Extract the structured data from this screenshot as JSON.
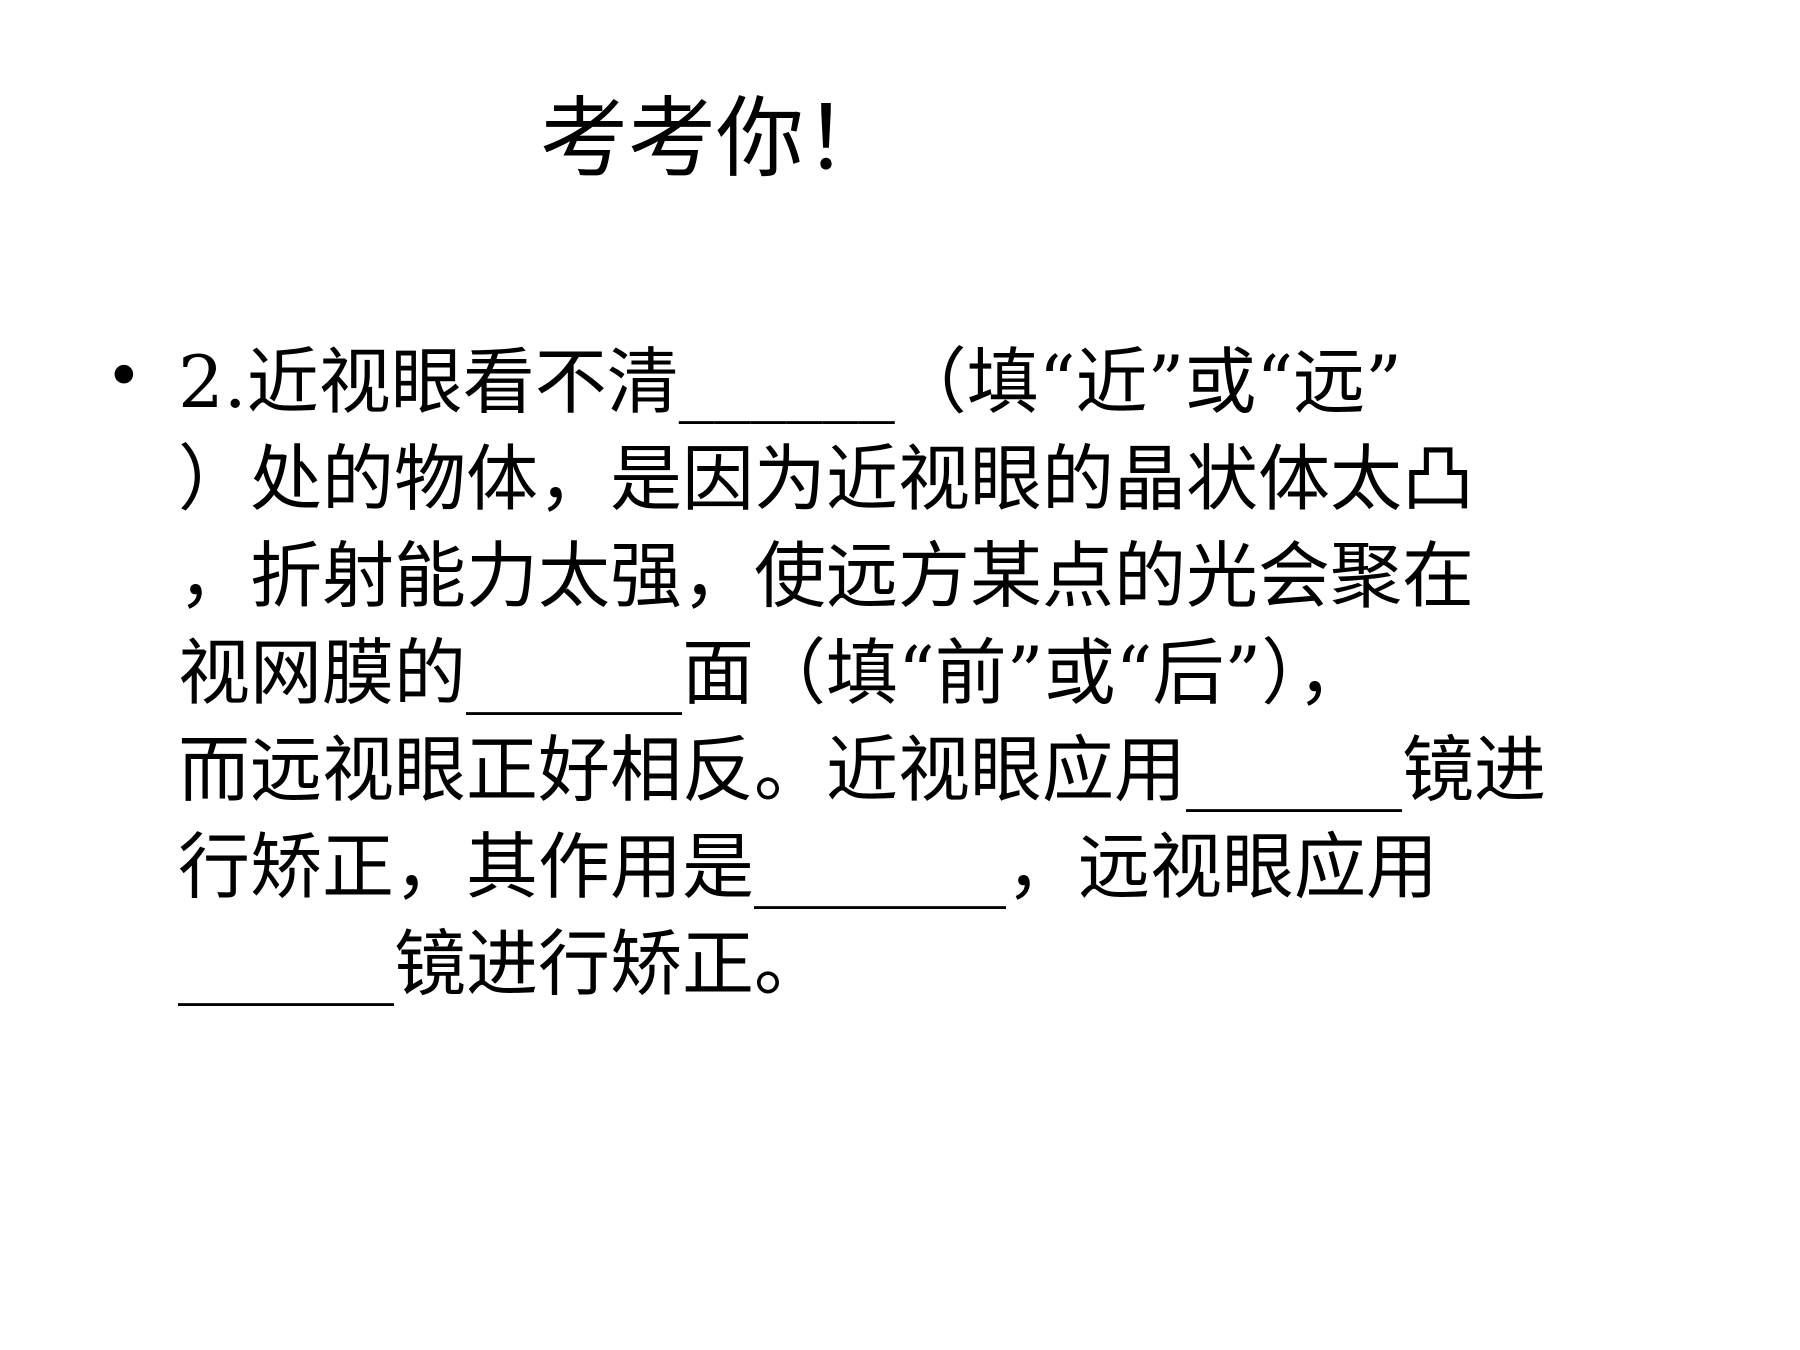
{
  "title": "考考你！",
  "bullet": "•",
  "question": {
    "lines": [
      "2.近视眼看不清______（填“近”或“远”",
      "）处的物体，是因为近视眼的晶状体太凸",
      "，折射能力太强，使远方某点的光会聚在",
      "视网膜的______面（填“前”或“后”），",
      "而远视眼正好相反。近视眼应用______镜进",
      "行矫正，其作用是_______，远视眼应用",
      "______镜进行矫正。"
    ]
  }
}
